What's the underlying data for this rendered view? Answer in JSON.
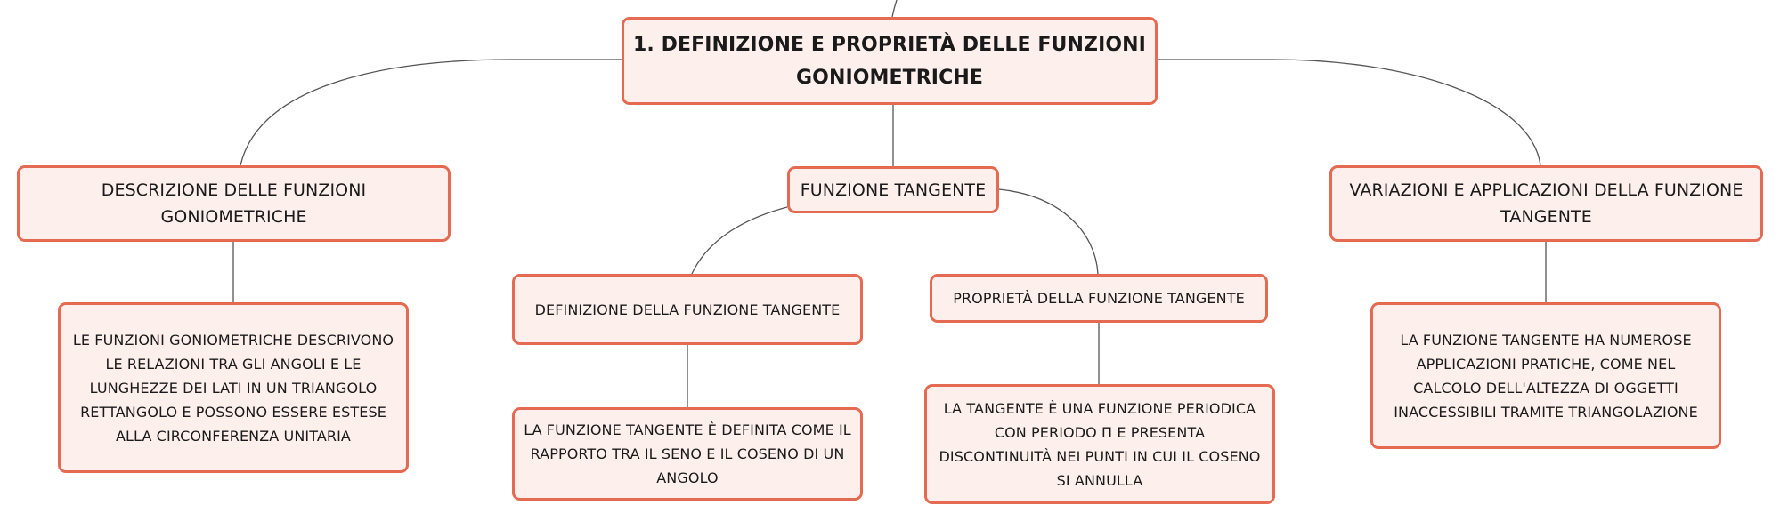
{
  "map": {
    "root": {
      "line1": "1. DEFINIZIONE E PROPRIETÀ DELLE FUNZIONI",
      "line2": "GONIOMETRICHE"
    },
    "descrizione": {
      "title": "DESCRIZIONE DELLE FUNZIONI GONIOMETRICHE",
      "detail": [
        "LE FUNZIONI GONIOMETRICHE DESCRIVONO",
        "LE RELAZIONI TRA GLI ANGOLI E LE",
        "LUNGHEZZE DEI LATI IN UN TRIANGOLO",
        "RETTANGOLO E POSSONO ESSERE ESTESE",
        "ALLA CIRCONFERENZA UNITARIA"
      ]
    },
    "tangente": {
      "title": "FUNZIONE TANGENTE",
      "definizione": {
        "title": "DEFINIZIONE DELLA FUNZIONE TANGENTE",
        "detail": [
          "LA FUNZIONE TANGENTE È DEFINITA COME IL",
          "RAPPORTO TRA IL SENO E IL COSENO DI UN",
          "ANGOLO"
        ]
      },
      "proprieta": {
        "title": "PROPRIETÀ DELLA FUNZIONE TANGENTE",
        "detail": [
          "LA TANGENTE È UNA FUNZIONE PERIODICA",
          "CON PERIODO Π E PRESENTA",
          "DISCONTINUITÀ NEI PUNTI IN CUI IL COSENO",
          "SI ANNULLA"
        ]
      }
    },
    "variazioni": {
      "title_line1": "VARIAZIONI E APPLICAZIONI DELLA FUNZIONE",
      "title_line2": "TANGENTE",
      "detail": [
        "LA FUNZIONE TANGENTE HA NUMEROSE",
        "APPLICAZIONI PRATICHE, COME NEL",
        "CALCOLO DELL'ALTEZZA DI OGGETTI",
        "INACCESSIBILI TRAMITE TRIANGOLAZIONE"
      ]
    }
  },
  "style": {
    "node_fill": "#fdf0ec",
    "node_border": "#e46a52",
    "connector": "#555555"
  }
}
